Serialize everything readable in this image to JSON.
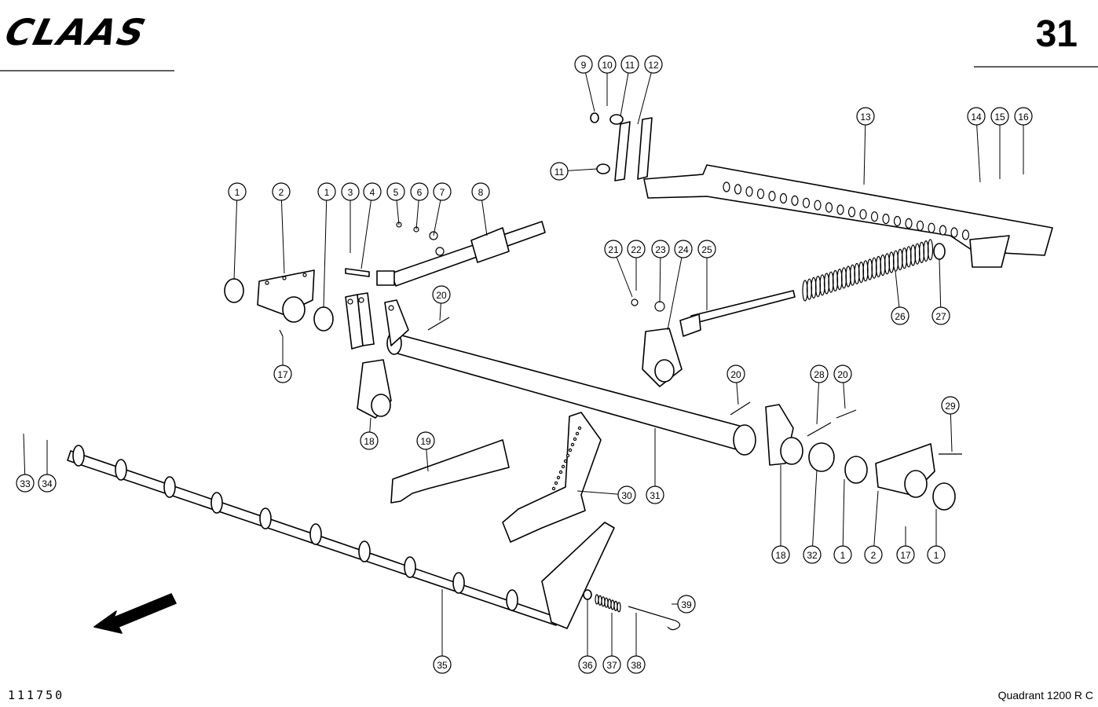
{
  "header": {
    "brand": "CLAAS",
    "page_number": "31"
  },
  "footer": {
    "drawing_number": "111750",
    "model": "Quadrant  1200 R C"
  },
  "callouts": {
    "c1a": "1",
    "c2a": "2",
    "c1b": "1",
    "c3": "3",
    "c4": "4",
    "c5": "5",
    "c6": "6",
    "c7": "7",
    "c8": "8",
    "c9": "9",
    "c10": "10",
    "c11a": "11",
    "c12": "12",
    "c11b": "11",
    "c13": "13",
    "c14": "14",
    "c15": "15",
    "c16": "16",
    "c17a": "17",
    "c18a": "18",
    "c19": "19",
    "c20a": "20",
    "c21": "21",
    "c22": "22",
    "c23": "23",
    "c24": "24",
    "c25": "25",
    "c26": "26",
    "c27": "27",
    "c20b": "20",
    "c28": "28",
    "c20c": "20",
    "c29": "29",
    "c30": "30",
    "c31": "31",
    "c18b": "18",
    "c32": "32",
    "c1c": "1",
    "c2b": "2",
    "c17b": "17",
    "c1d": "1",
    "c33": "33",
    "c34": "34",
    "c35": "35",
    "c36": "36",
    "c37": "37",
    "c38": "38",
    "c39": "39"
  }
}
